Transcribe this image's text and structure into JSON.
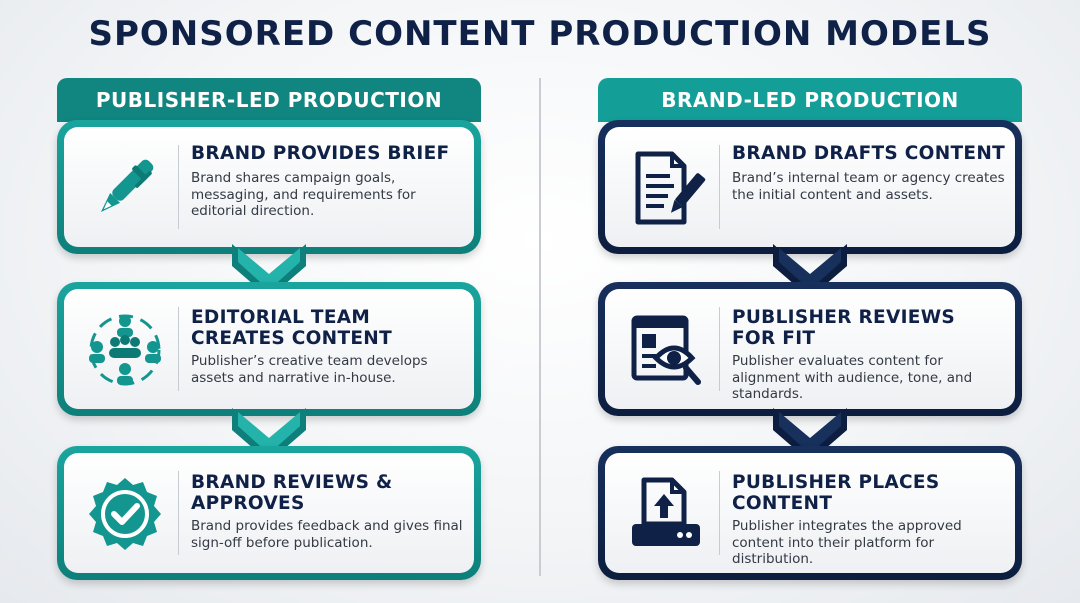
{
  "title": "SPONSORED CONTENT PRODUCTION MODELS",
  "colors": {
    "teal": "#11857f",
    "teal_light": "#139e97",
    "navy": "#0f2147"
  },
  "left": {
    "header": "PUBLISHER-LED PRODUCTION",
    "steps": [
      {
        "icon": "pen-icon",
        "heading": "BRAND PROVIDES BRIEF",
        "desc": "Brand shares campaign goals, messaging, and requirements for editorial direction."
      },
      {
        "icon": "team-icon",
        "heading": "EDITORIAL TEAM CREATES CONTENT",
        "desc": "Publisher’s creative team develops assets and narrative in-house."
      },
      {
        "icon": "approval-badge-icon",
        "heading": "BRAND REVIEWS & APPROVES",
        "desc": "Brand provides feedback and gives final sign-off before publication."
      }
    ]
  },
  "right": {
    "header": "BRAND-LED PRODUCTION",
    "steps": [
      {
        "icon": "document-edit-icon",
        "heading": "BRAND DRAFTS CONTENT",
        "desc": "Brand’s internal team or agency creates the initial content and assets."
      },
      {
        "icon": "review-eye-icon",
        "heading": "PUBLISHER REVIEWS FOR FIT",
        "desc": "Publisher evaluates content for alignment with audience, tone, and standards."
      },
      {
        "icon": "upload-icon",
        "heading": "PUBLISHER PLACES CONTENT",
        "desc": "Publisher integrates the approved content into their platform for distribution."
      }
    ]
  }
}
